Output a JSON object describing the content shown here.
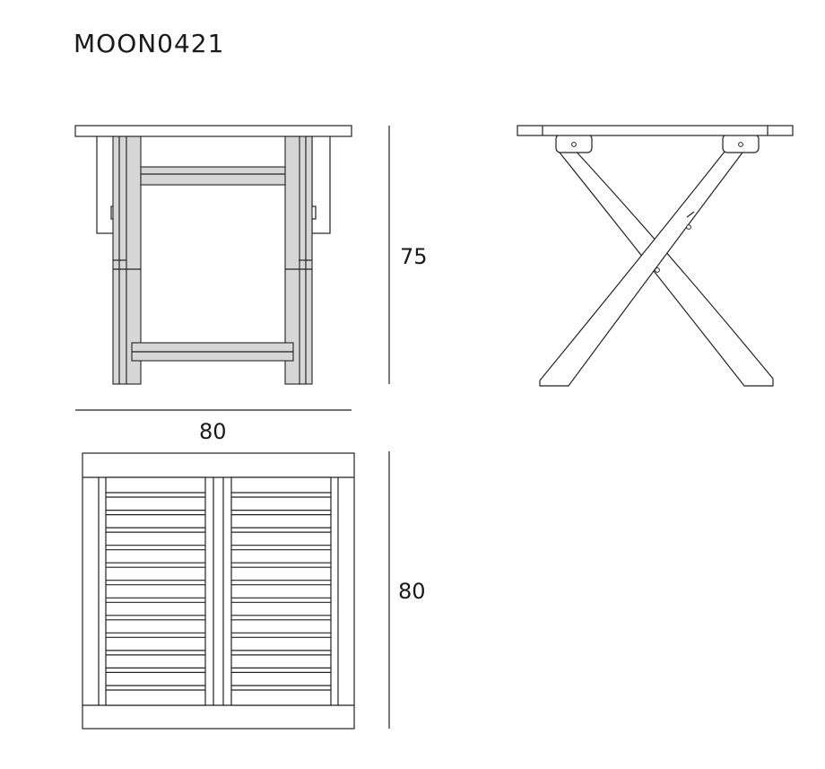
{
  "model_code": "MOON0421",
  "dimensions": {
    "height": "75",
    "width": "80",
    "depth": "80"
  }
}
